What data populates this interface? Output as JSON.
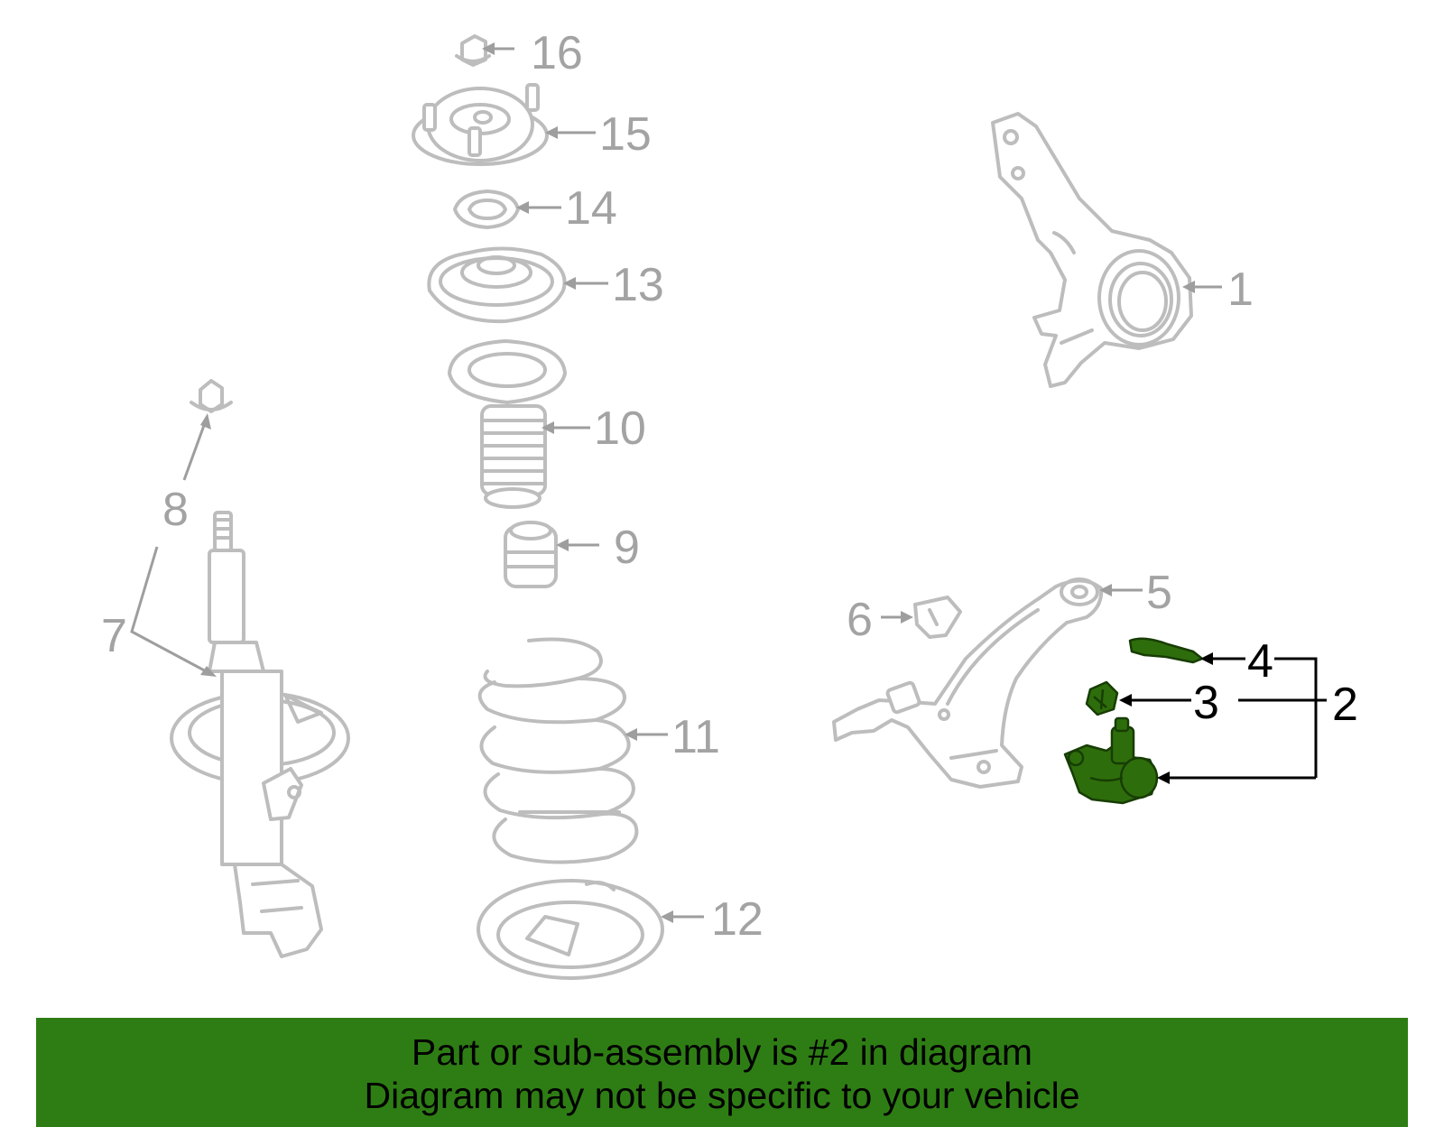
{
  "callouts": {
    "c1": "1",
    "c2": "2",
    "c3": "3",
    "c4": "4",
    "c5": "5",
    "c6": "6",
    "c7": "7",
    "c8": "8",
    "c9": "9",
    "c10": "10",
    "c11": "11",
    "c12": "12",
    "c13": "13",
    "c14": "14",
    "c15": "15",
    "c16": "16"
  },
  "highlighted_part": "2",
  "colors": {
    "highlight": "#2e6d0b",
    "banner": "#2e7d14",
    "part_outline": "#bdbdbd",
    "callout_text": "#a3a3a3"
  },
  "banner": {
    "line1": "Part or sub-assembly is #2 in diagram",
    "line2": "Diagram may not be specific to your vehicle"
  }
}
